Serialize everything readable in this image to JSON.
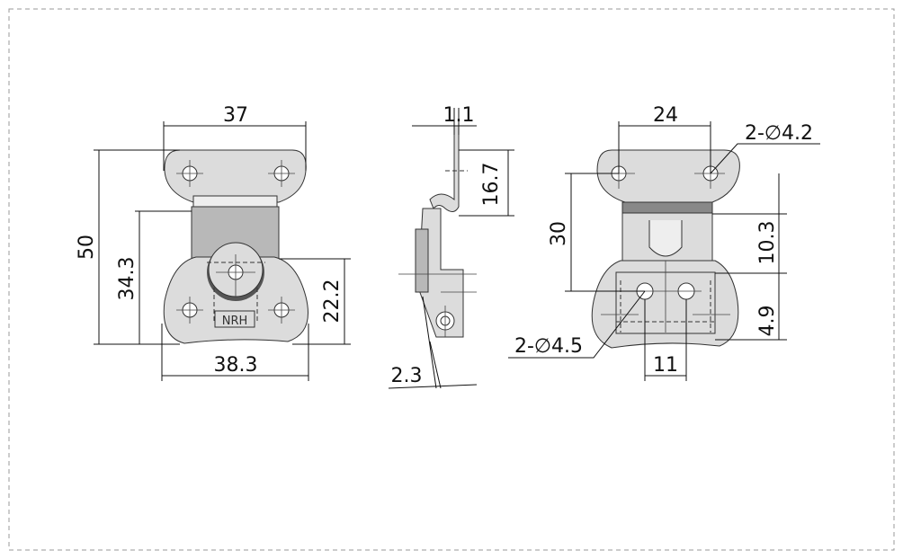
{
  "drawing": {
    "logo_text": "NRH",
    "front_view": {
      "width_top": "37",
      "height_total": "50",
      "height_mid": "34.3",
      "height_hole": "22.2",
      "width_bottom": "38.3"
    },
    "side_view": {
      "thickness": "1.1",
      "hook_height": "16.7",
      "offset": "2.3"
    },
    "back_view": {
      "hole_spacing_top": "24",
      "top_holes": "2-∅4.2",
      "height": "30",
      "height_mid": "10.3",
      "height_bottom": "4.9",
      "bottom_holes": "2-∅4.5",
      "hole_spacing_bottom": "11"
    }
  },
  "colors": {
    "part_fill": "#dcdcdc",
    "line": "#111111",
    "border": "#999999"
  }
}
